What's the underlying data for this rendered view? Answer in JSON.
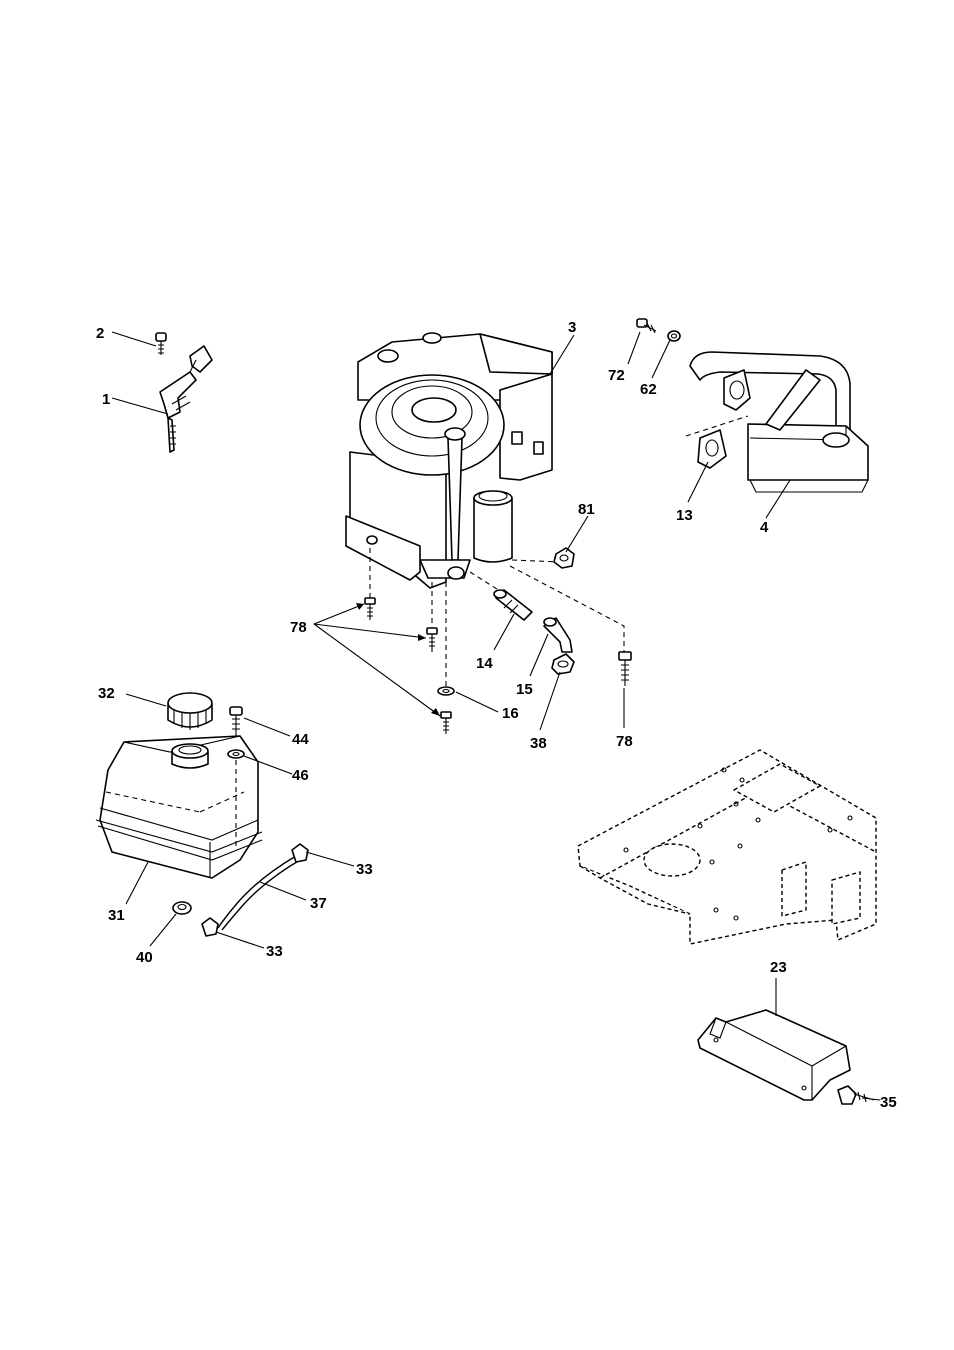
{
  "callouts": [
    {
      "id": "c1",
      "text": "1"
    },
    {
      "id": "c2",
      "text": "2"
    },
    {
      "id": "c3",
      "text": "3"
    },
    {
      "id": "c4",
      "text": "4"
    },
    {
      "id": "c13",
      "text": "13"
    },
    {
      "id": "c14",
      "text": "14"
    },
    {
      "id": "c15",
      "text": "15"
    },
    {
      "id": "c16",
      "text": "16"
    },
    {
      "id": "c23",
      "text": "23"
    },
    {
      "id": "c31",
      "text": "31"
    },
    {
      "id": "c32",
      "text": "32"
    },
    {
      "id": "c33a",
      "text": "33"
    },
    {
      "id": "c33b",
      "text": "33"
    },
    {
      "id": "c35",
      "text": "35"
    },
    {
      "id": "c37",
      "text": "37"
    },
    {
      "id": "c38",
      "text": "38"
    },
    {
      "id": "c40",
      "text": "40"
    },
    {
      "id": "c44",
      "text": "44"
    },
    {
      "id": "c46",
      "text": "46"
    },
    {
      "id": "c62",
      "text": "62"
    },
    {
      "id": "c72",
      "text": "72"
    },
    {
      "id": "c78a",
      "text": "78"
    },
    {
      "id": "c78b",
      "text": "78"
    },
    {
      "id": "c81",
      "text": "81"
    }
  ]
}
